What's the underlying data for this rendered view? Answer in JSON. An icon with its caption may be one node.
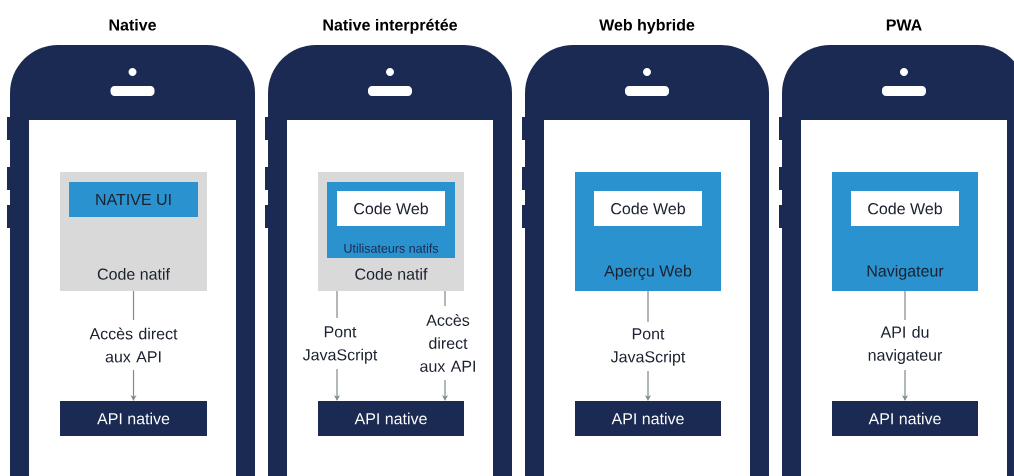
{
  "diagram": {
    "nodes": [
      {
        "text": [
          "Native"
        ]
      },
      {
        "text": [
          "Code natif"
        ],
        "in": 0
      },
      {
        "text": [
          "NATIVE UI"
        ],
        "in": 1
      },
      {
        "text": [
          "API native"
        ],
        "in": 0
      },
      {
        "text": [
          "Native interprétée"
        ]
      },
      {
        "text": [
          "Code natif"
        ],
        "in": 4
      },
      {
        "text": [
          "Utilisateurs natifs"
        ],
        "in": 5
      },
      {
        "text": [
          "Code Web"
        ],
        "in": 6
      },
      {
        "text": [
          "API native"
        ],
        "in": 4
      },
      {
        "text": [
          "Web hybride"
        ]
      },
      {
        "text": [
          "Aperçu Web"
        ],
        "in": 9
      },
      {
        "text": [
          "Code Web"
        ],
        "in": 10
      },
      {
        "text": [
          "API native"
        ],
        "in": 9
      },
      {
        "text": [
          "PWA"
        ]
      },
      {
        "text": [
          "Navigateur"
        ],
        "in": 13
      },
      {
        "text": [
          "Code Web"
        ],
        "in": 14
      },
      {
        "text": [
          "API native"
        ],
        "in": 13
      }
    ],
    "edges": [
      {
        "from": 1,
        "to": 3,
        "arrow": "to",
        "label": "Accès direct aux API"
      },
      {
        "from": 5,
        "to": 8,
        "arrow": "to",
        "label": "Pont JavaScript"
      },
      {
        "from": 5,
        "to": 8,
        "arrow": "to",
        "label": "Accès direct aux API"
      },
      {
        "from": 10,
        "to": 12,
        "arrow": "to",
        "label": "Pont JavaScript"
      },
      {
        "from": 14,
        "to": 16,
        "arrow": "to",
        "label": "API du navigateur"
      }
    ]
  }
}
